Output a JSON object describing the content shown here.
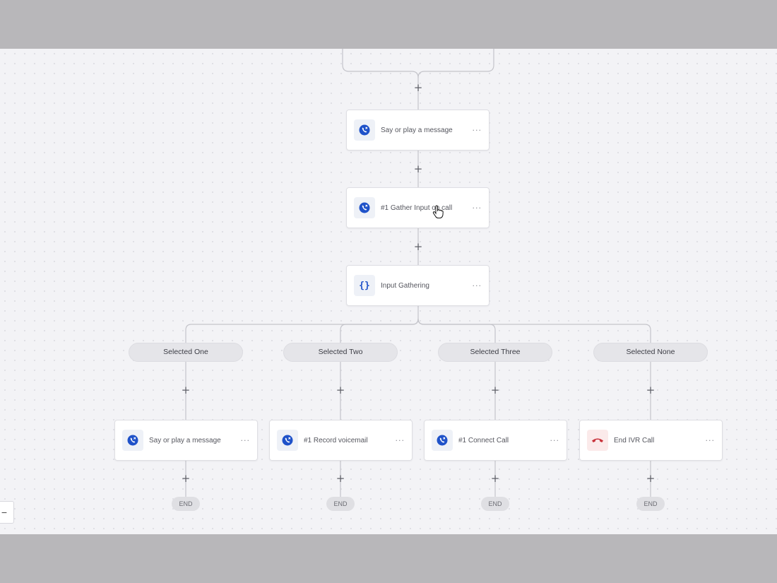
{
  "flow": {
    "top_nodes": [
      {
        "label": "Say or play a message",
        "icon": "phone-icon"
      },
      {
        "label": "#1 Gather Input on call",
        "icon": "phone-icon"
      },
      {
        "label": "Input Gathering",
        "icon": "braces-icon"
      }
    ],
    "branches": [
      {
        "label": "Selected One",
        "node_label": "Say or play a message",
        "icon": "phone-icon",
        "end": "END"
      },
      {
        "label": "Selected Two",
        "node_label": "#1 Record voicemail",
        "icon": "phone-icon",
        "end": "END"
      },
      {
        "label": "Selected Three",
        "node_label": "#1 Connect Call",
        "icon": "phone-icon",
        "end": "END"
      },
      {
        "label": "Selected None",
        "node_label": "End IVR Call",
        "icon": "hangup-icon",
        "end": "END"
      }
    ],
    "more_label": "···",
    "add_label": "+"
  },
  "controls": {
    "zoom_out_label": "−"
  },
  "colors": {
    "accent": "#1f52c9",
    "hangup": "#c8323a",
    "node_icon_bg": "#eef1f7",
    "pill_bg": "#e5e5e9",
    "canvas_bg": "#f3f3f6",
    "frame_bg": "#b8b7ba"
  }
}
